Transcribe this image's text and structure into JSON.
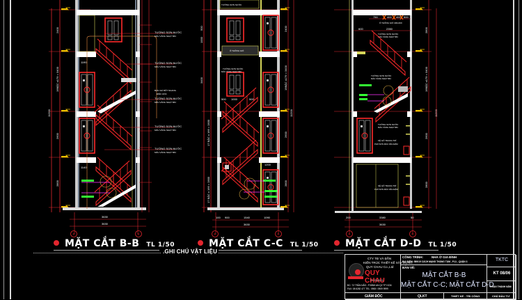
{
  "drawing": {
    "background": "#000000",
    "colors": {
      "dimension": "#e3262e",
      "wall": "#ffffff",
      "stair": "#ff2a2a",
      "level_marker": "#f2c200",
      "grid_bubble": "#e3262e",
      "annotation_green": "#33ff33",
      "annotation_magenta": "#ff33ff",
      "guide_yellow": "#d6d65a"
    }
  },
  "sections": [
    {
      "id": "B-B",
      "title": "MẶT CẮT B-B",
      "scale": "TL 1/50",
      "grid_left": "A",
      "grid_right": "B",
      "overall_height": "11200",
      "floor_heights": [
        "2400",
        "3400",
        "2600",
        "2800"
      ],
      "stair_note": "19BẬC x 179 = 3400",
      "bottom_dims": [
        "3630",
        "3630"
      ],
      "labels": [
        "TƯỜNG SƠN NƯỚC",
        "MÀU VÀNG NHẠT 584",
        "BẢN CHỈ BỐT NGANG",
        "ĐIỀU HÒA"
      ],
      "inner_dims": [
        "1190",
        "1140"
      ],
      "right_dims": [
        "500",
        "1000",
        "500",
        "1264",
        "1582",
        "1264",
        "1529",
        "1071",
        "1649",
        "1111"
      ]
    },
    {
      "id": "C-C",
      "title": "MẶT CẮT C-C",
      "scale": "TL 1/50",
      "grid_left": "B",
      "grid_right": "A",
      "overall_height": "11200",
      "left_dims": [
        "400",
        "500",
        "1000",
        "500",
        "3400"
      ],
      "stair_notes": [
        "17 BẬC x 166 = 2830",
        "17 BẬC x 166 = 2800"
      ],
      "bottom_dims": [
        "100",
        "900",
        "1540",
        "1090"
      ],
      "bottom_total": "3630",
      "window_dims": [
        "500",
        "1000",
        "500"
      ],
      "door_dim": "1200",
      "labels": [
        "TƯỜNG SƠN NƯỚC",
        "MÀU VÀNG NHẠT 584"
      ]
    },
    {
      "id": "D-D",
      "title": "MẶT CẮT D-D",
      "scale": "TL 1/50",
      "grid_left": "A",
      "grid_right": "B",
      "overall_height": "11200",
      "floor_heights": [
        "2800",
        "3400",
        "2600",
        "2800"
      ],
      "top_dims": [
        "750",
        "400",
        "400",
        "500"
      ],
      "span_dims": [
        "600",
        "2350"
      ],
      "bottom_dims": [
        "200",
        "3380",
        "50"
      ],
      "bottom_total": "3630",
      "labels": [
        "Ô THÔNG GIÓ",
        "TƯỜNG SƠN NƯỚC",
        "MÀU VÀNG NHẠT 584",
        "KỆ GỖ TRANG TRÍ",
        "PHÚ SƠN MÀU NÂU ĐẬM"
      ]
    }
  ],
  "levels": [
    "+11.200",
    "+8.400",
    "+5.600",
    "+2.800",
    "±0.000"
  ],
  "notes_header": ".GHI CHÚ VẬT LIỆU",
  "title_block": {
    "company_lines": [
      "CTY TĐ VÀ ĐẦN",
      "KIẾN TRÚC THIẾT KẾ XÂY DỰNG",
      "QUY CHAU Co.,Ltd"
    ],
    "company_name": "QUY CHAU",
    "company_tagline": "Company",
    "address_lines": [
      "ĐC: 72 TRẦN NÃO - P.BÌNH AN Q2 TP HCM",
      "FAX: 08 6282 477  TEL: 0908 / 0909 9999"
    ],
    "project_label": "CÔNG TRÌNH:",
    "project_name": "NHÀ Ở GIA ĐÌNH",
    "project_address": "ĐỊA ĐIỂM: 589/19 CÁCH MẠNG THÁNG TÁM - P.11 - QUẬN 3",
    "drawing_label": "BẢN VẼ:",
    "drawing_title_1": "MẶT CẮT B-B",
    "drawing_title_2": "MẶT CẮT C-C; MẶT CẮT D-D",
    "phase": "TKTC",
    "sheet_no": "KT 08/06",
    "status": "HOÀN THÀNH NĂM",
    "footer": [
      "GIÁM ĐỐC",
      "QLKT",
      "THIẾT KẾ - TRI CÔNG",
      "CHỦ ĐẦU TƯ"
    ]
  }
}
